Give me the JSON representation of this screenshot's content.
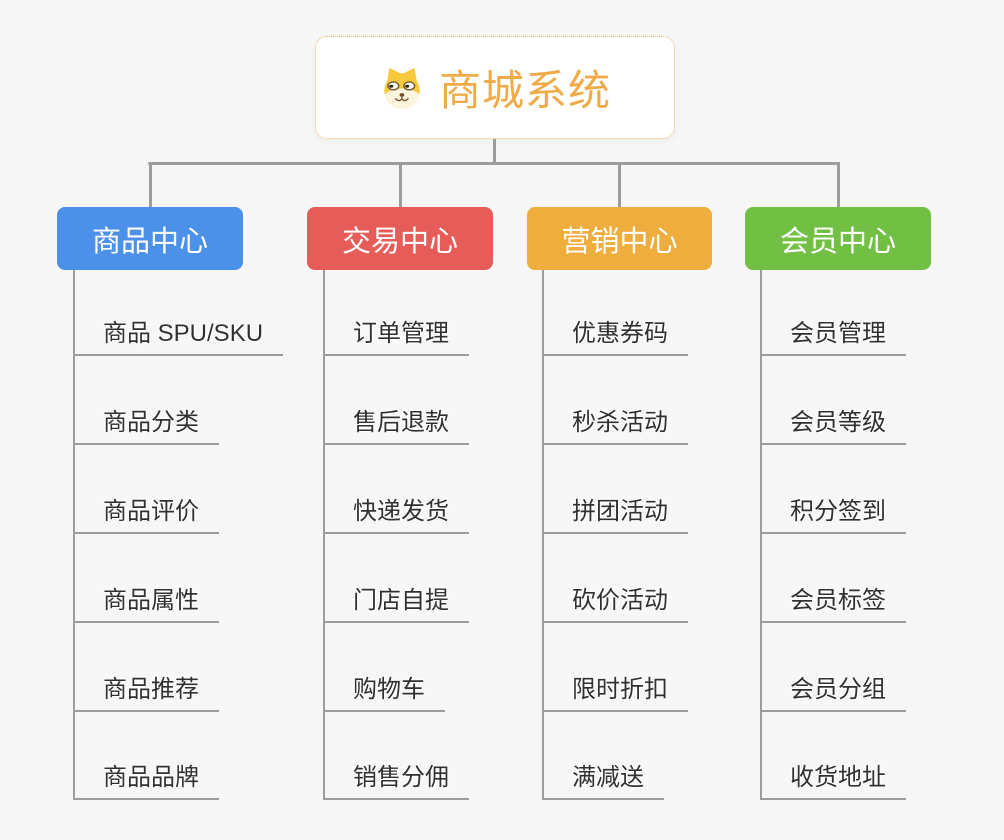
{
  "page": {
    "background_color": "#f7f7f7"
  },
  "root_node": {
    "title": "商城系统",
    "icon": "shiba-dog-face",
    "title_color": "#f0ab47",
    "border_color": "#eeb763"
  },
  "connectors": {
    "color": "#9d9d9d"
  },
  "branches": [
    {
      "id": "product-center",
      "label": "商品中心",
      "color": "#4b91ea",
      "items": [
        "商品 SPU/SKU",
        "商品分类",
        "商品评价",
        "商品属性",
        "商品推荐",
        "商品品牌"
      ]
    },
    {
      "id": "trade-center",
      "label": "交易中心",
      "color": "#e65c58",
      "items": [
        "订单管理",
        "售后退款",
        "快递发货",
        "门店自提",
        "购物车",
        "销售分佣"
      ]
    },
    {
      "id": "marketing-center",
      "label": "营销中心",
      "color": "#efad3e",
      "items": [
        "优惠券码",
        "秒杀活动",
        "拼团活动",
        "砍价活动",
        "限时折扣",
        "满减送"
      ]
    },
    {
      "id": "member-center",
      "label": "会员中心",
      "color": "#72c043",
      "items": [
        "会员管理",
        "会员等级",
        "积分签到",
        "会员标签",
        "会员分组",
        "收货地址"
      ]
    }
  ]
}
